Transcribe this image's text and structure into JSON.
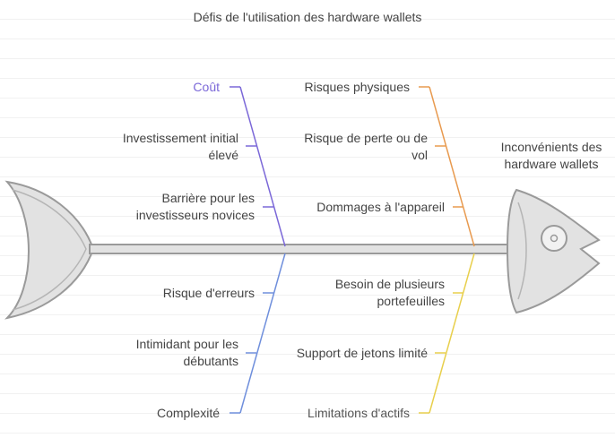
{
  "title": "Défis de l'utilisation des hardware wallets",
  "effect": [
    "Inconvénients des",
    "hardware wallets"
  ],
  "colors": {
    "cout": "#7b68d8",
    "risques": "#e89a4f",
    "complexite": "#6f8fdc",
    "limitations": "#e8cf4c",
    "spine": "#9a9a9a",
    "fish_fill": "#e2e2e2"
  },
  "categories": {
    "cout": {
      "label": "Coût",
      "causes": [
        [
          "Investissement initial",
          "élevé"
        ],
        [
          "Barrière pour les",
          "investisseurs novices"
        ]
      ]
    },
    "risques": {
      "label": "Risques physiques",
      "causes": [
        [
          "Risque de perte ou de",
          "vol"
        ],
        [
          "Dommages à l'appareil"
        ]
      ]
    },
    "complexite": {
      "label": "Complexité",
      "causes": [
        [
          "Risque d'erreurs"
        ],
        [
          "Intimidant pour les",
          "débutants"
        ]
      ]
    },
    "limitations": {
      "label": "Limitations d'actifs",
      "causes": [
        [
          "Besoin de plusieurs",
          "portefeuilles"
        ],
        [
          "Support de jetons limité"
        ]
      ]
    }
  }
}
